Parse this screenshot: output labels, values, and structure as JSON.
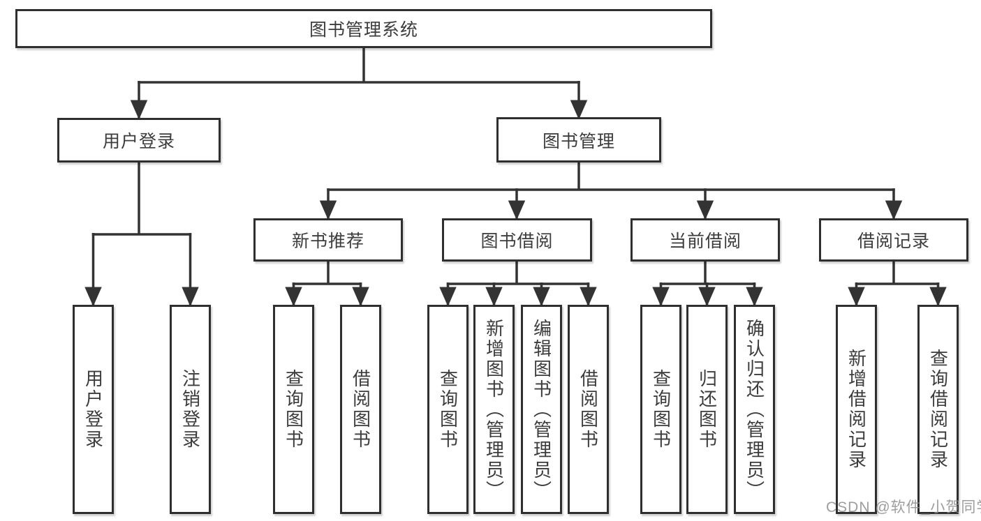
{
  "tree": {
    "root": {
      "label": "图书管理系统"
    },
    "branches": [
      {
        "label": "用户登录",
        "children": [
          {
            "label": "用户登录"
          },
          {
            "label": "注销登录"
          }
        ]
      },
      {
        "label": "图书管理",
        "groups": [
          {
            "label": "新书推荐",
            "children": [
              {
                "label": "查询图书"
              },
              {
                "label": "借阅图书"
              }
            ]
          },
          {
            "label": "图书借阅",
            "children": [
              {
                "label": "查询图书"
              },
              {
                "label": "新增图书（管理员）"
              },
              {
                "label": "编辑图书（管理员）"
              },
              {
                "label": "借阅图书"
              }
            ]
          },
          {
            "label": "当前借阅",
            "children": [
              {
                "label": "查询图书"
              },
              {
                "label": "归还图书"
              },
              {
                "label": "确认归还（管理员）"
              }
            ]
          },
          {
            "label": "借阅记录",
            "children": [
              {
                "label": "新增借阅记录"
              },
              {
                "label": "查询借阅记录"
              }
            ]
          }
        ]
      }
    ]
  },
  "watermark": {
    "text": "CSDN @软件_小贺同学"
  },
  "colors": {
    "line": "#333333",
    "box_border": "#2f2f2f",
    "text": "#3c3c3c",
    "watermark": "#8c8c8c",
    "background": "#ffffff"
  }
}
